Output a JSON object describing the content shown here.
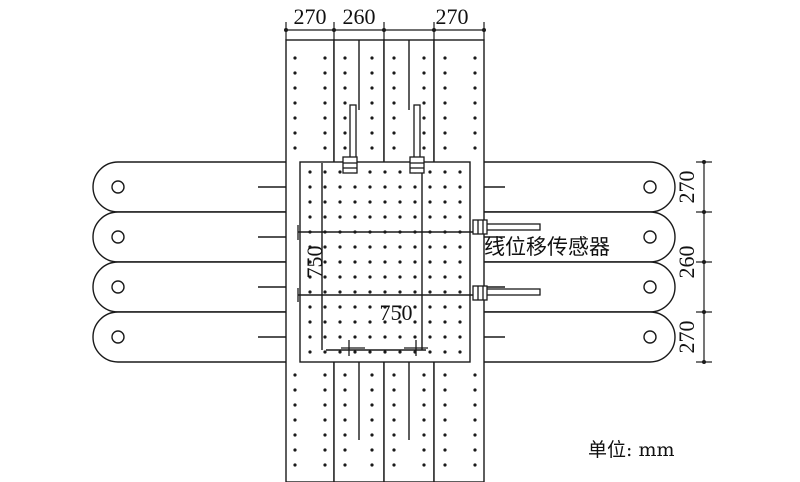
{
  "dimensions": {
    "top": [
      "270",
      "260",
      "270"
    ],
    "right": [
      "270",
      "260",
      "270"
    ],
    "vertical_inner": "750",
    "horizontal_inner": "750"
  },
  "labels": {
    "sensor": "线位移传感器",
    "unit": "单位: mm"
  },
  "colors": {
    "line": "#1a1a1a",
    "background": "#ffffff"
  }
}
